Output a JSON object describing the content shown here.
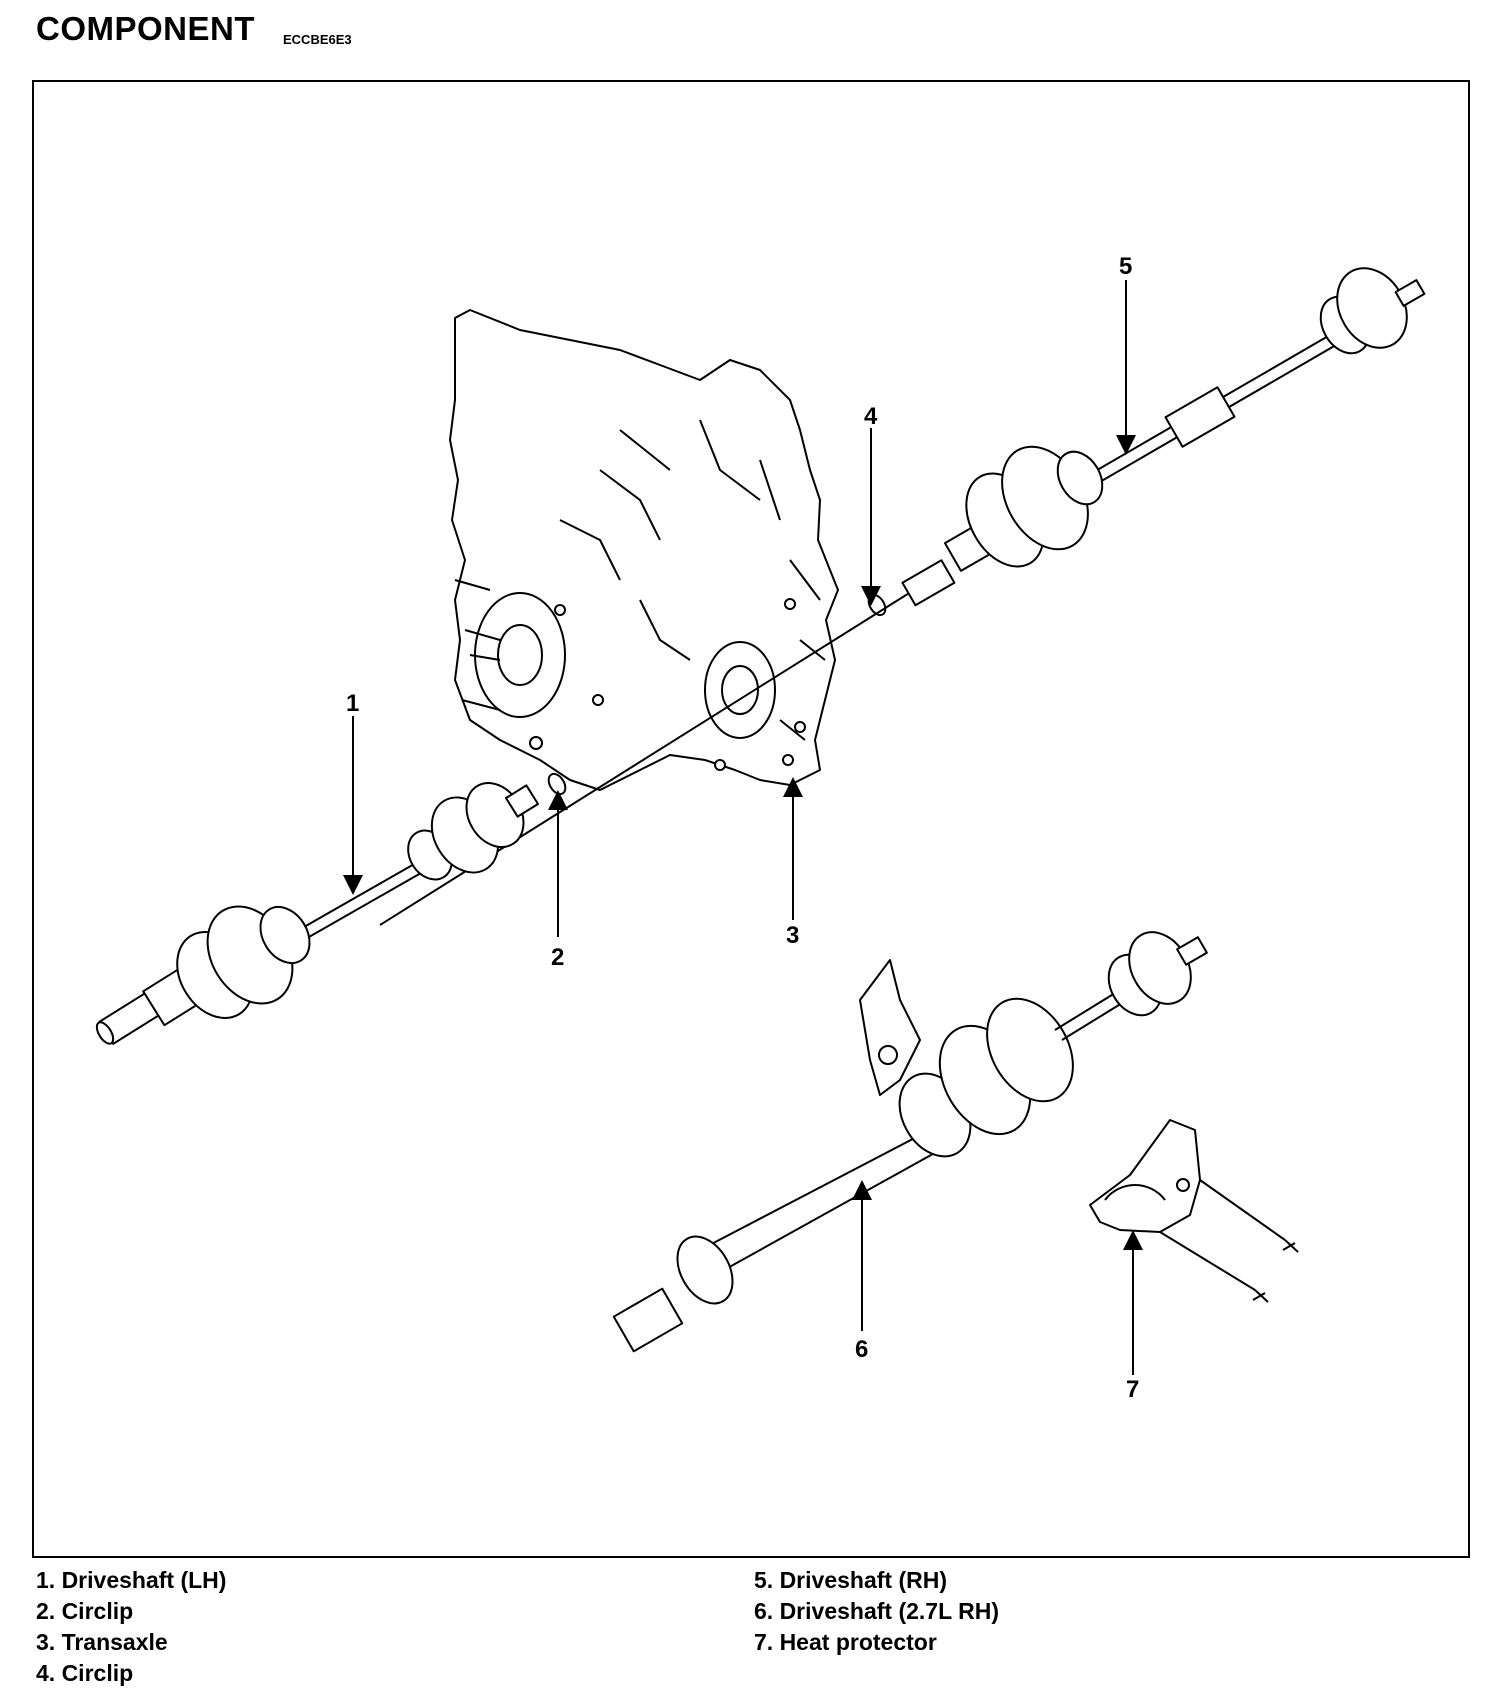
{
  "header": {
    "title": "COMPONENT",
    "code": "ECCBE6E3"
  },
  "callouts": [
    "1",
    "2",
    "3",
    "4",
    "5",
    "6",
    "7"
  ],
  "legend": {
    "left": [
      "1. Driveshaft (LH)",
      "2. Circlip",
      "3. Transaxle",
      "4. Circlip"
    ],
    "right": [
      "5. Driveshaft (RH)",
      "6. Driveshaft (2.7L RH)",
      "7. Heat protector"
    ]
  }
}
